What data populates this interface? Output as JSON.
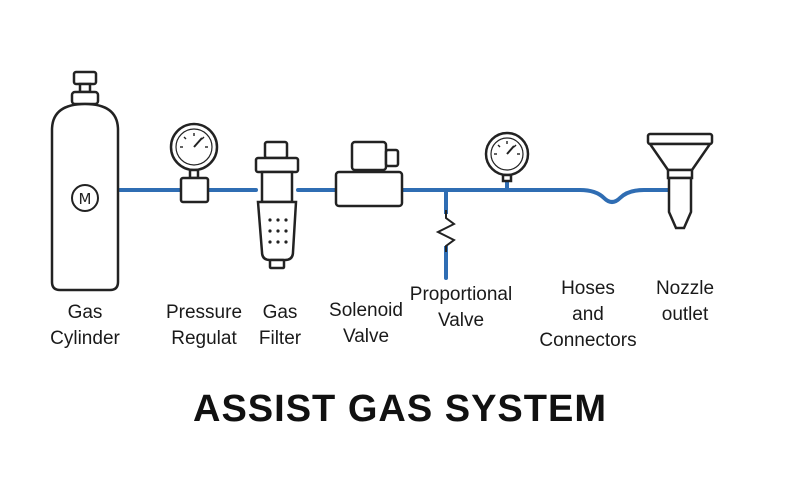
{
  "title": "ASSIST GAS SYSTEM",
  "components": {
    "gas_cylinder": {
      "label_line1": "Gas",
      "label_line2": "Cylinder",
      "badge": "M"
    },
    "pressure_regulator": {
      "label_line1": "Pressure",
      "label_line2": "Regulat"
    },
    "gas_filter": {
      "label_line1": "Gas",
      "label_line2": "Filter"
    },
    "solenoid_valve": {
      "label_line1": "Solenoid",
      "label_line2": "Valve"
    },
    "proportional_valve": {
      "label_line1": "Proportional",
      "label_line2": "Valve"
    },
    "hoses_connectors": {
      "label_line1": "Hoses",
      "label_line2": "and",
      "label_line3": "Connectors"
    },
    "nozzle_outlet": {
      "label_line1": "Nozzle",
      "label_line2": "outlet"
    }
  },
  "colors": {
    "pipe": "#2f6db3",
    "outline": "#222222",
    "fill": "#ffffff"
  }
}
